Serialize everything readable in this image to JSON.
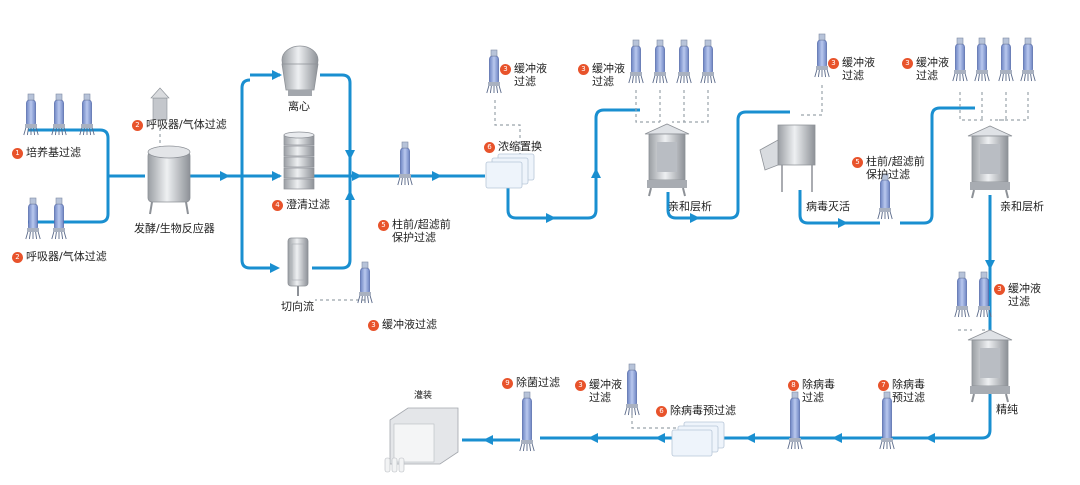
{
  "colors": {
    "flow": "#1a8fd0",
    "dashed": "#9aa3ab",
    "badge": "#e8532b",
    "filter_body": "#8fa6d8",
    "vessel": "#c9ccd0"
  },
  "labels": {
    "medium_filter": {
      "num": "1",
      "text": "培养基过滤"
    },
    "breather_top": {
      "num": "2",
      "text": "呼吸器/气体过滤"
    },
    "breather_bottom": {
      "num": "2",
      "text": "呼吸器/气体过滤"
    },
    "bioreactor": {
      "text": "发酵/生物反应器"
    },
    "centrifuge": {
      "text": "离心"
    },
    "clarification": {
      "num": "4",
      "text": "澄清过滤"
    },
    "tangential": {
      "text": "切向流"
    },
    "buffer_1": {
      "num": "3",
      "text": "缓冲液过滤"
    },
    "pre_column_1": {
      "num": "5",
      "line1": "柱前/超滤前",
      "line2": "保护过滤"
    },
    "buffer_2": {
      "num": "3",
      "line1": "缓冲液",
      "line2": "过滤"
    },
    "concentrate": {
      "num": "6",
      "text": "浓缩置换"
    },
    "buffer_3": {
      "num": "3",
      "line1": "缓冲液",
      "line2": "过滤"
    },
    "affinity_1": {
      "text": "亲和层析"
    },
    "buffer_4": {
      "num": "3",
      "line1": "缓冲液",
      "line2": "过滤"
    },
    "virus_inact": {
      "text": "病毒灭活"
    },
    "pre_column_2": {
      "num": "5",
      "line1": "柱前/超滤前",
      "line2": "保护过滤"
    },
    "buffer_5": {
      "num": "3",
      "line1": "缓冲液",
      "line2": "过滤"
    },
    "affinity_2": {
      "text": "亲和层析"
    },
    "buffer_6": {
      "num": "3",
      "line1": "缓冲液",
      "line2": "过滤"
    },
    "polishing": {
      "text": "精纯"
    },
    "virus_pre": {
      "num": "7",
      "line1": "除病毒",
      "line2": "预过滤"
    },
    "virus_filter": {
      "num": "8",
      "line1": "除病毒",
      "line2": "过滤"
    },
    "virus_prefilter_2": {
      "num": "6",
      "text": "除病毒预过滤"
    },
    "buffer_7": {
      "num": "3",
      "line1": "缓冲液",
      "line2": "过滤"
    },
    "sterile": {
      "num": "9",
      "text": "除菌过滤"
    },
    "filling": {
      "text": "灌装"
    }
  }
}
